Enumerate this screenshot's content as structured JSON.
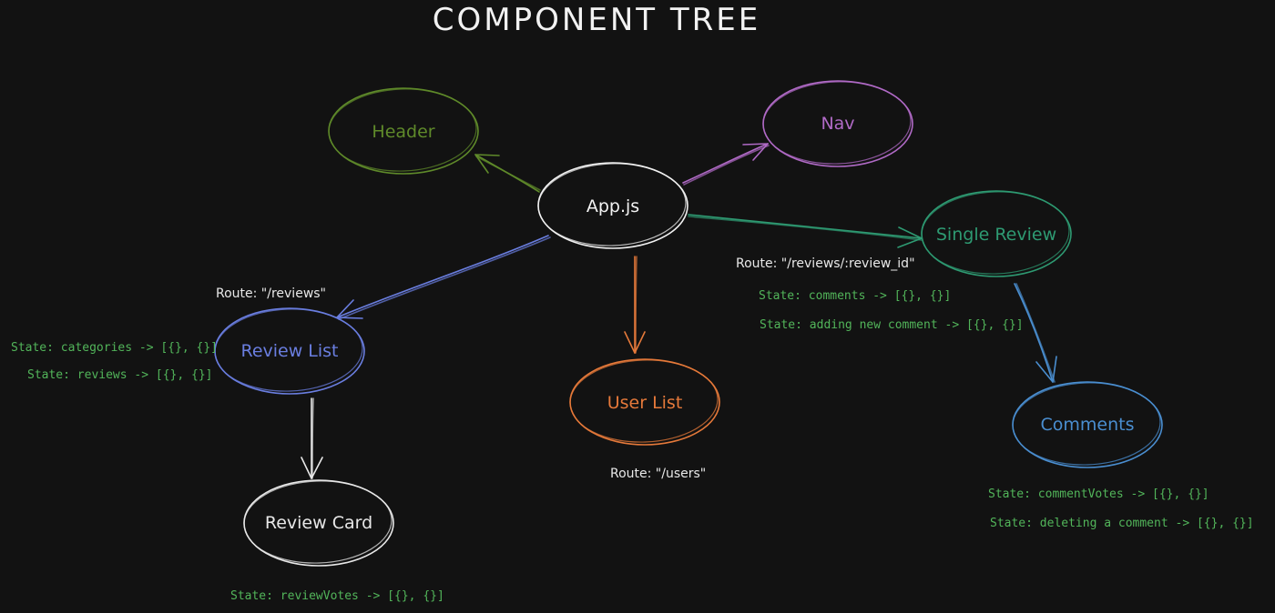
{
  "title": "COMPONENT TREE",
  "colors": {
    "background": "#121212",
    "title": "#f2f2f2",
    "app": "#f2f2f2",
    "header": "#5f8a2a",
    "nav": "#b06ac6",
    "single_review": "#2e9a72",
    "review_list": "#6a7ee0",
    "user_list": "#e5793a",
    "comments": "#4a8ed0",
    "review_card": "#e8e8e8",
    "state_text": "#52b55a",
    "route_text": "#e8e8e8"
  },
  "nodes": {
    "app": "App.js",
    "header": "Header",
    "nav": "Nav",
    "single_review": "Single Review",
    "review_list": "Review List",
    "user_list": "User List",
    "comments": "Comments",
    "review_card": "Review Card"
  },
  "routes": {
    "reviews": "Route: \"/reviews\"",
    "single_review": "Route: \"/reviews/:review_id\"",
    "users": "Route: \"/users\""
  },
  "states": {
    "categories": "State: categories -> [{}, {}]",
    "reviews": "State: reviews -> [{}, {}]",
    "comments": "State: comments -> [{}, {}]",
    "adding_comment": "State: adding new comment -> [{}, {}]",
    "comment_votes": "State: commentVotes -> [{}, {}]",
    "deleting_comment": "State: deleting a comment -> [{}, {}]",
    "review_votes": "State: reviewVotes -> [{}, {}]"
  },
  "edges": [
    {
      "from": "App.js",
      "to": "Header"
    },
    {
      "from": "App.js",
      "to": "Nav"
    },
    {
      "from": "App.js",
      "to": "Single Review"
    },
    {
      "from": "App.js",
      "to": "Review List"
    },
    {
      "from": "App.js",
      "to": "User List"
    },
    {
      "from": "Single Review",
      "to": "Comments"
    },
    {
      "from": "Review List",
      "to": "Review Card"
    }
  ]
}
